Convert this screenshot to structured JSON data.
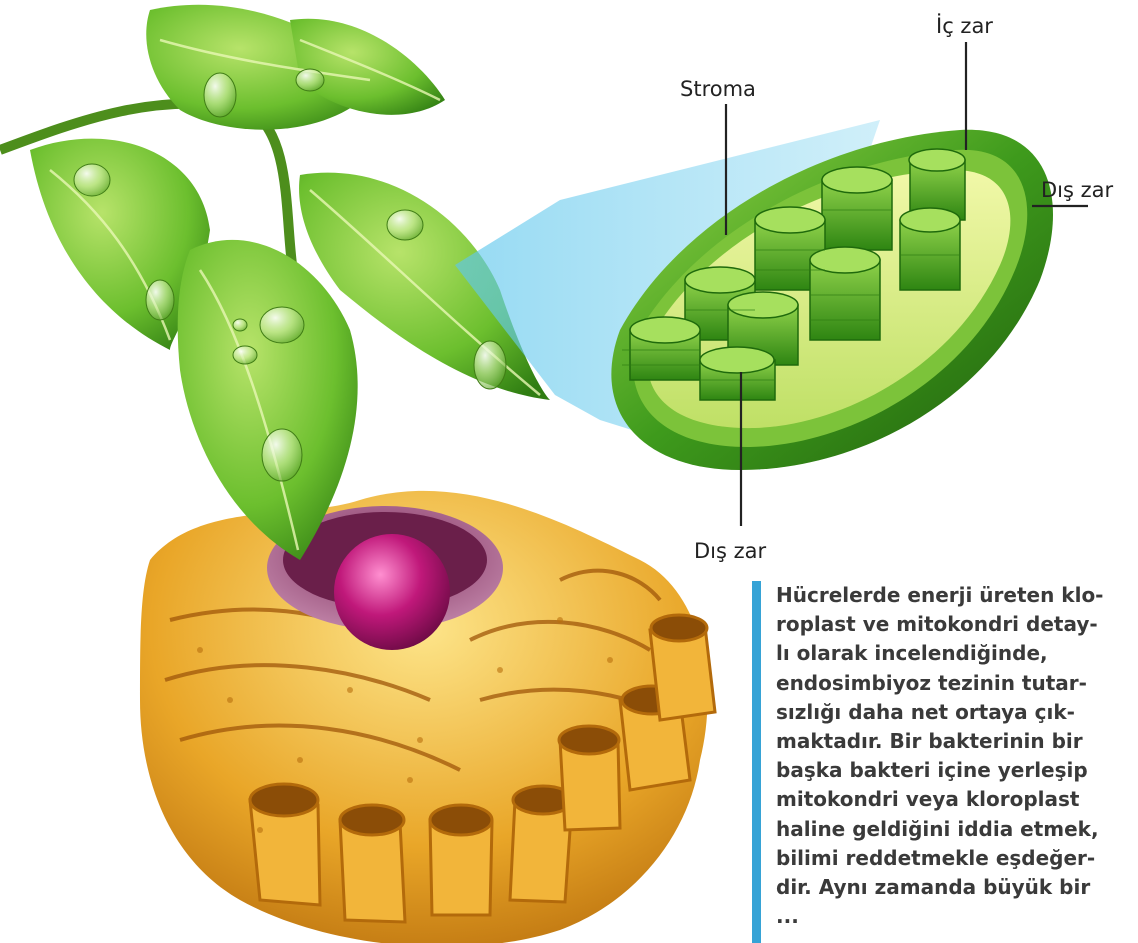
{
  "diagram": {
    "labels": {
      "ic_zar": "İç zar",
      "stroma": "Stroma",
      "dis_zar_right": "Dış zar",
      "dis_zar_bottom": "Dış zar"
    }
  },
  "caption": {
    "lines": [
      "Hücrelerde enerji üreten klo-",
      "roplast ve mitokondri detay-",
      "lı olarak incelendiğinde,",
      "endosimbiyoz tezinin tutar-",
      "sızlığı daha net ortaya çık-",
      "maktadır. Bir bakterinin bir",
      "başka bakteri içine yerleşip",
      "mitokondri veya kloroplast",
      "haline geldiğini iddia etmek,",
      "bilimi reddetmekle eşdeğer-",
      "dir. Aynı zamanda büyük bir",
      "..."
    ]
  },
  "colors": {
    "accent_bar": "#36a3d6",
    "leaf": "#6cbf2e",
    "chloroplast_outer": "#3e9a1c",
    "golgi": "#e9a628",
    "nucleus": "#c0187a"
  }
}
